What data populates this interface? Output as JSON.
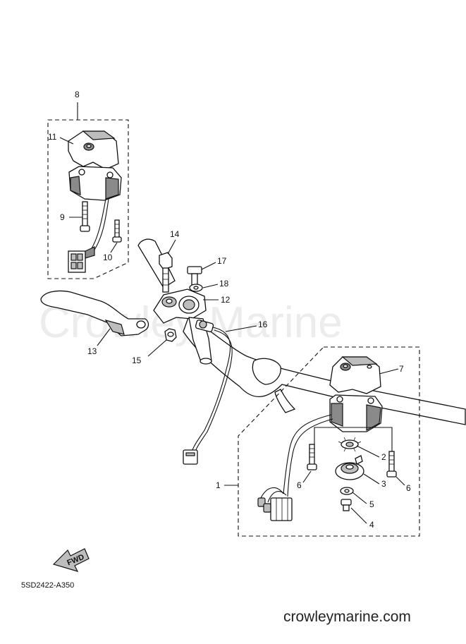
{
  "watermark": "Crowley Marine",
  "site_label": "crowleymarine.com",
  "diagram_code": "5SD2422-A350",
  "fwd_label": "FWD",
  "callouts": {
    "c1": "1",
    "c2": "2",
    "c3": "3",
    "c4": "4",
    "c5": "5",
    "c6a": "6",
    "c6b": "6",
    "c7": "7",
    "c8": "8",
    "c9": "9",
    "c10": "10",
    "c11": "11",
    "c12": "12",
    "c13": "13",
    "c14": "14",
    "c15": "15",
    "c16": "16",
    "c17": "17",
    "c18": "18"
  }
}
